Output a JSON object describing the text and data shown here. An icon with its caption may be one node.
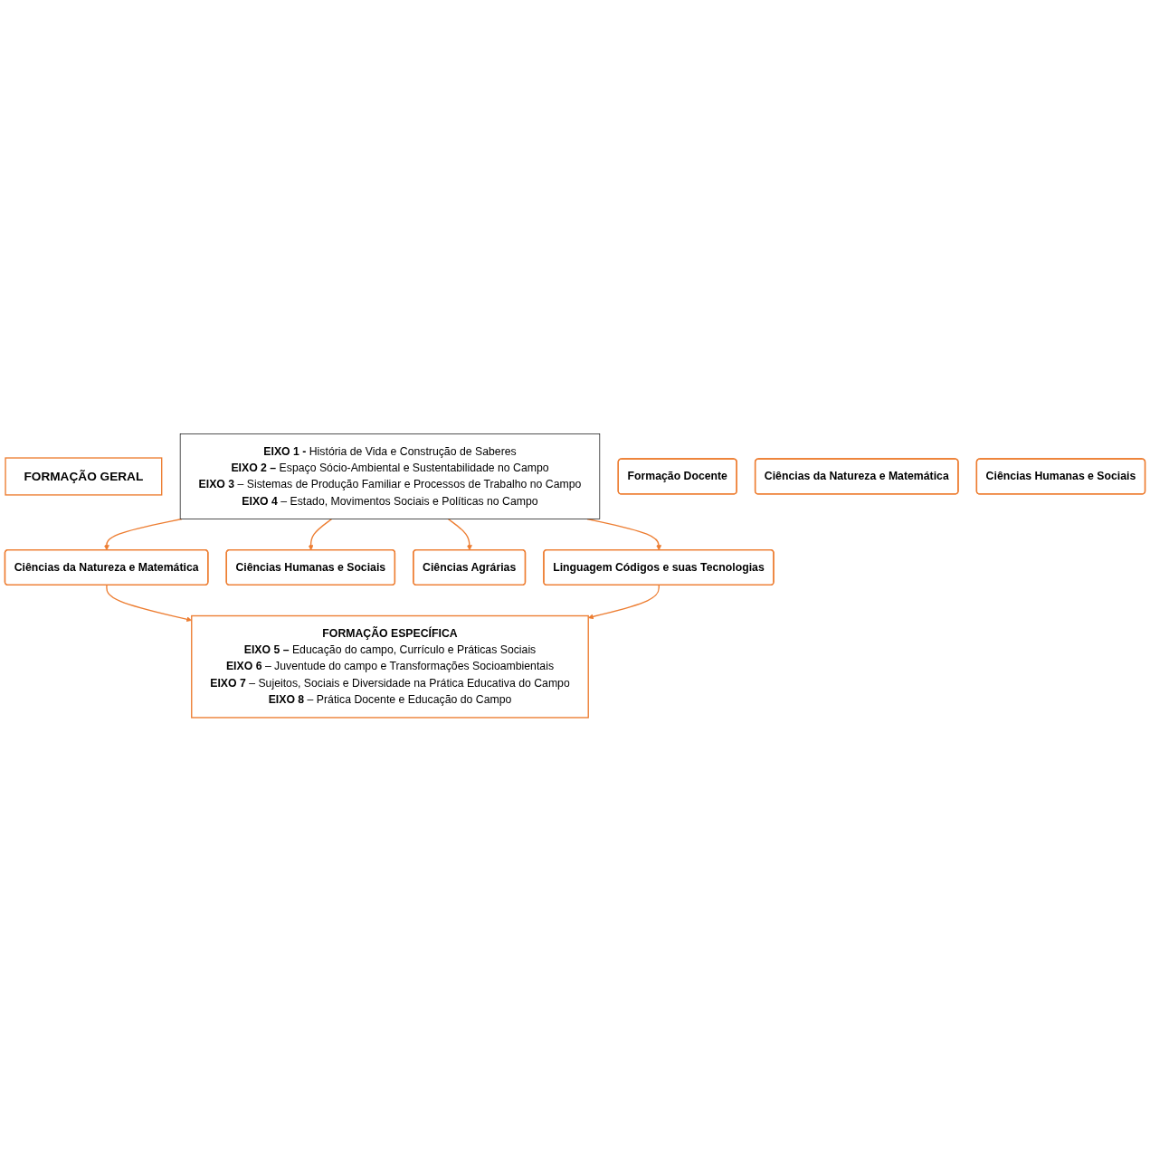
{
  "diagram": {
    "nodes": [
      {
        "text": [
          "FORMAÇÃO GERAL"
        ]
      },
      {
        "text": [
          "**EIXO 1 -** História de Vida e Construção de Saberes",
          "**EIXO 2 –** Espaço Sócio-Ambiental e Sustentabilidade no Campo",
          "**EIXO 3** – Sistemas de Produção Familiar e Processos de Trabalho no Campo",
          "**EIXO 4** – Estado, Movimentos Sociais e Políticas no Campo"
        ]
      },
      {
        "text": [
          "Ciências da Natureza e Matemática"
        ]
      },
      {
        "text": [
          "Ciências Humanas e Sociais"
        ]
      },
      {
        "text": [
          "Ciências Agrárias"
        ]
      },
      {
        "text": [
          "Linguagem Códigos e suas Tecnologias"
        ]
      },
      {
        "text": [
          "FORMAÇÃO ESPECÍFICA",
          "**EIXO 5 –** Educação do campo, Currículo e Práticas Sociais",
          "**EIXO 6** – Juventude do campo e Transformações Socioambientais",
          "**EIXO 7** – Sujeitos, Sociais e Diversidade na Prática Educativa do Campo",
          "**EIXO 8** – Prática Docente e Educação do Campo"
        ]
      },
      {
        "text": [
          "Formação Docente"
        ]
      },
      {
        "text": [
          "Ciências da Natureza e Matemática"
        ]
      },
      {
        "text": [
          "Ciências Humanas e Sociais"
        ]
      }
    ],
    "edges": [
      {
        "from": 1,
        "to": 2,
        "arrow": "to"
      },
      {
        "from": 1,
        "to": 3,
        "arrow": "to"
      },
      {
        "from": 1,
        "to": 4,
        "arrow": "to"
      },
      {
        "from": 1,
        "to": 5,
        "arrow": "to"
      },
      {
        "from": 2,
        "to": 6,
        "arrow": "to"
      },
      {
        "from": 5,
        "to": 6,
        "arrow": "to"
      }
    ]
  }
}
